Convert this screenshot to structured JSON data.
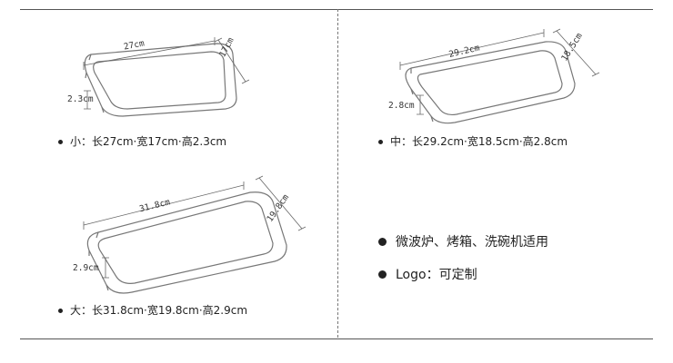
{
  "small": {
    "length": "27cm",
    "width": "17cm",
    "height": "2.3cm",
    "spec": "小：长27cm·宽17cm·高2.3cm"
  },
  "medium": {
    "length": "29.2cm",
    "width": "18.5cm",
    "height": "2.8cm",
    "spec": "中：长29.2cm·宽18.5cm·高2.8cm"
  },
  "large": {
    "length": "31.8cm",
    "width": "19.8cm",
    "height": "2.9cm",
    "spec": "大：长31.8cm·宽19.8cm·高2.9cm"
  },
  "features": [
    "微波炉、烤箱、洗碗机适用",
    "Logo：可定制"
  ]
}
